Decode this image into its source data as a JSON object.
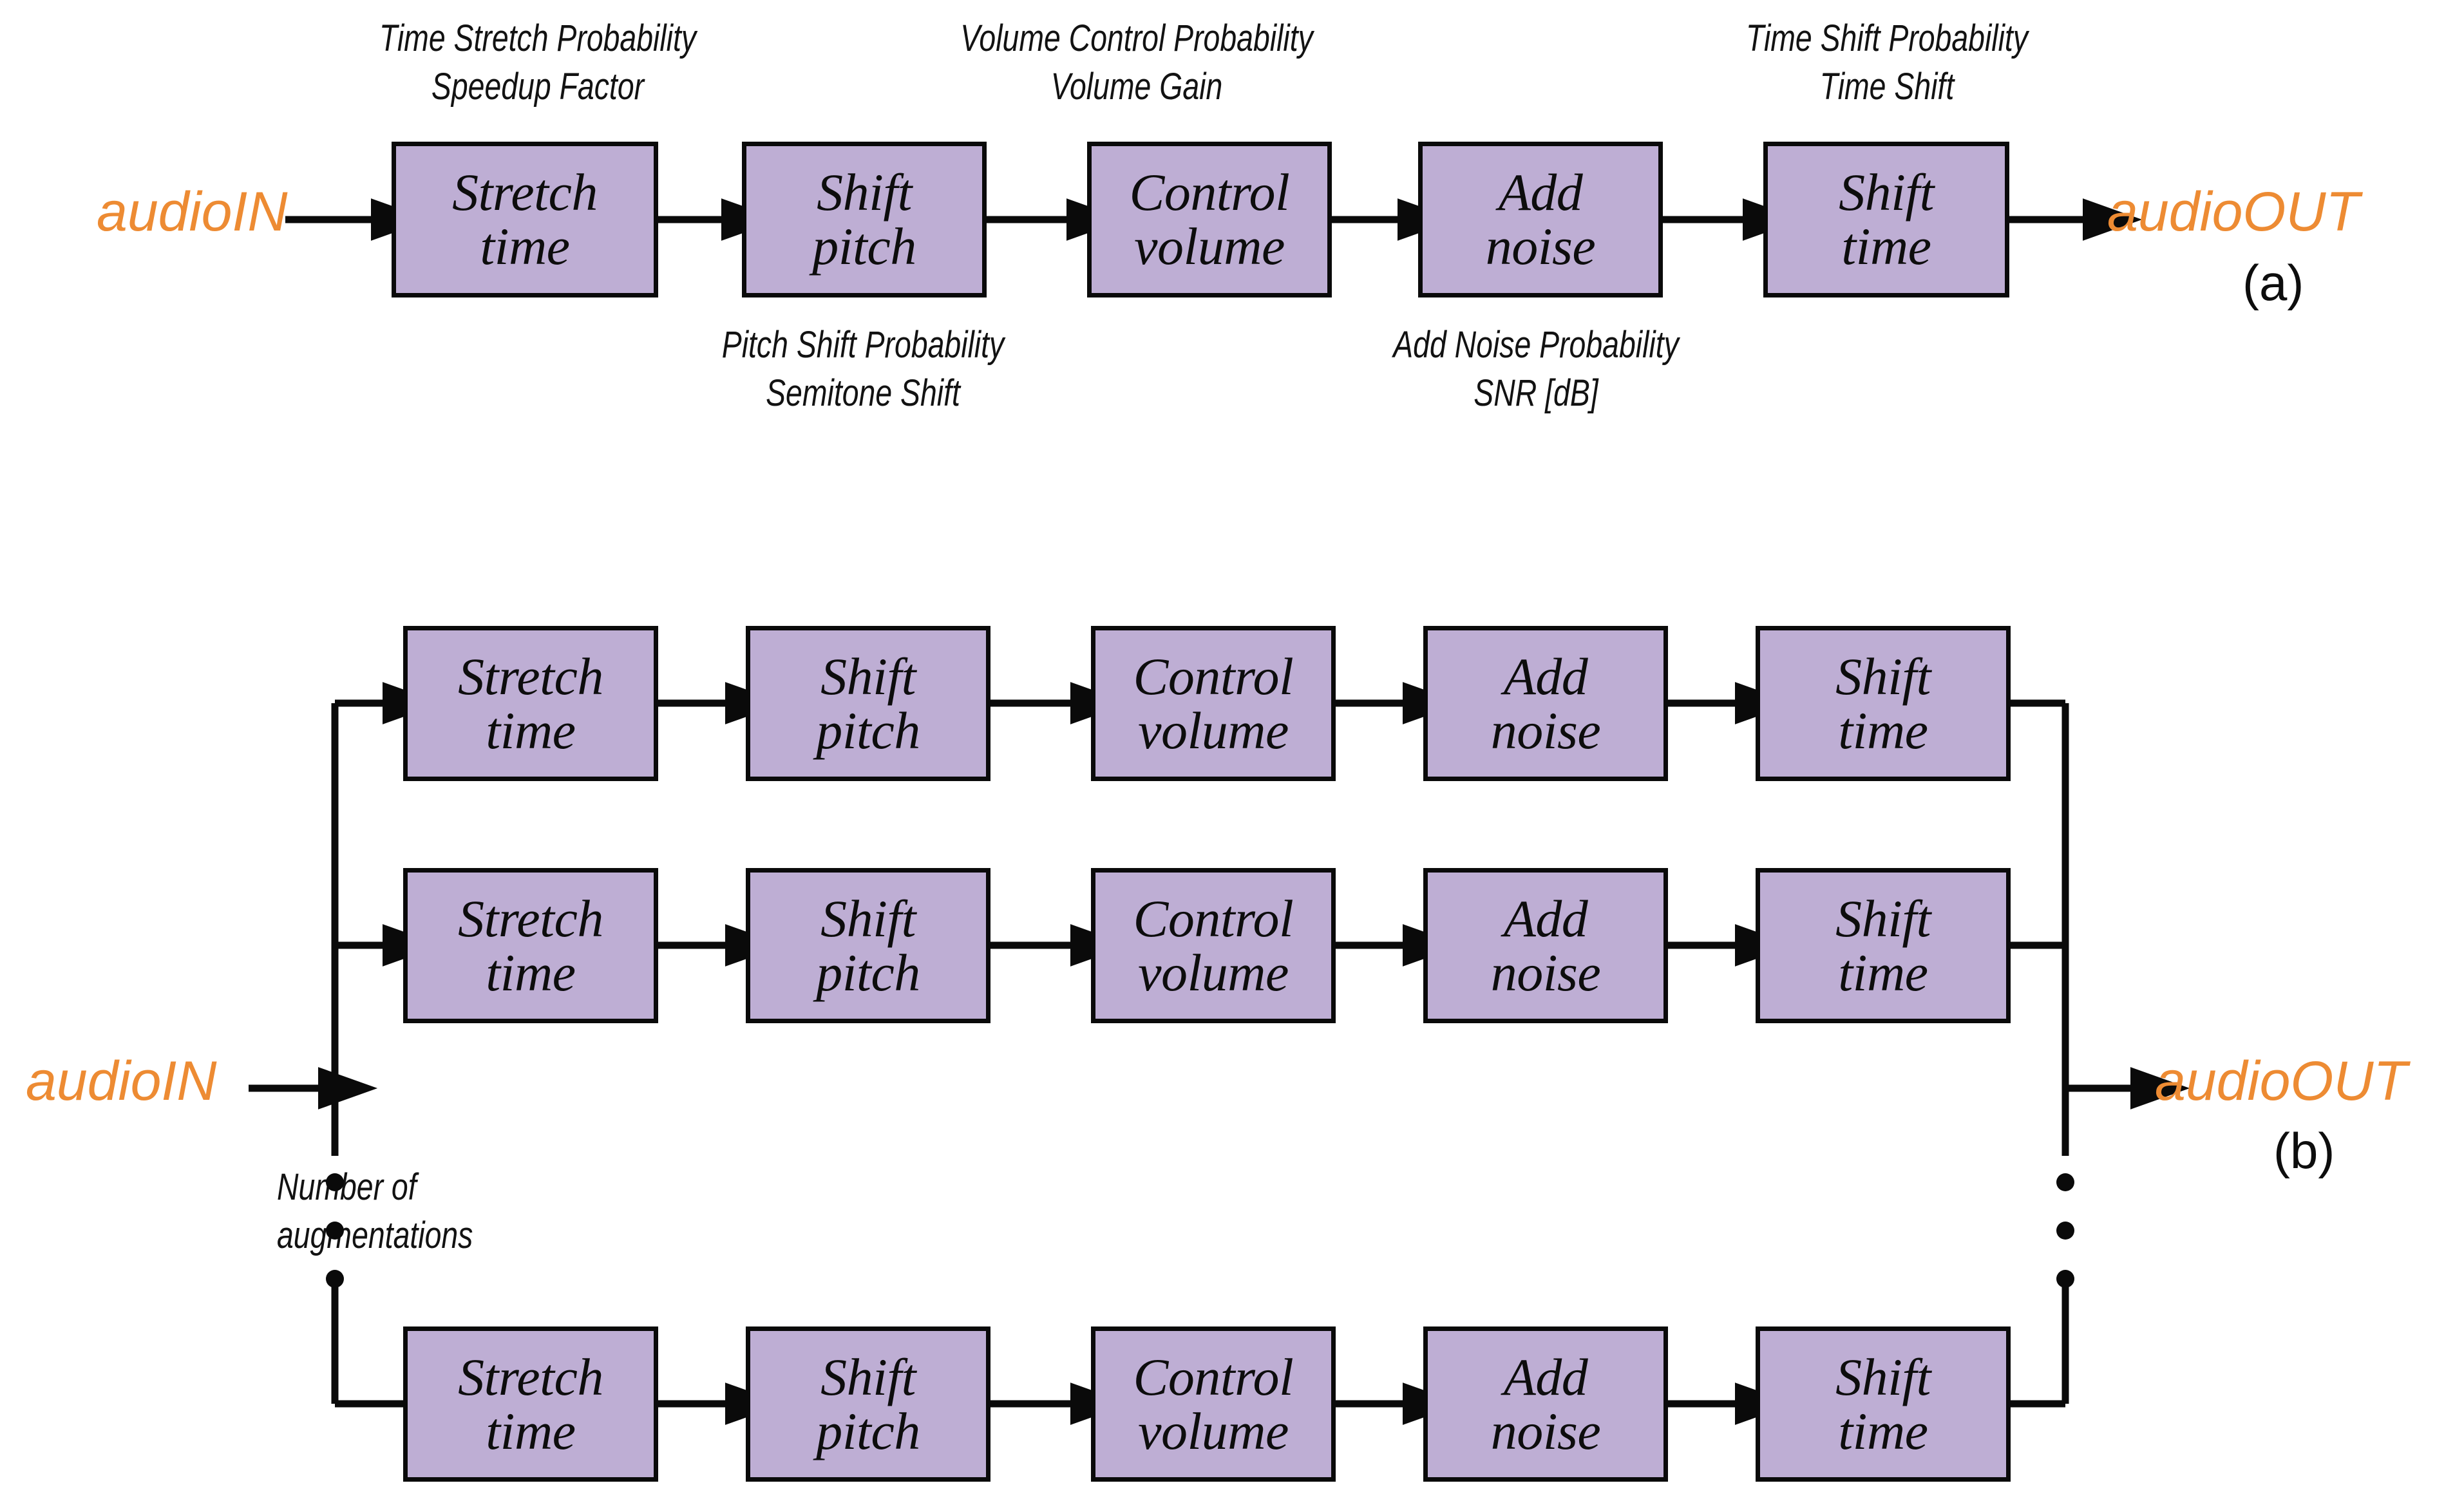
{
  "figure": {
    "title": "Audio augmentation pipeline block diagram",
    "colors": {
      "box_fill": "#BEAED4",
      "box_stroke": "#0A0A0A",
      "io_text": "#ED8B33",
      "text": "#121212",
      "background": "#FFFFFF"
    }
  },
  "blocks": {
    "stretch_time": "Stretch\ntime",
    "shift_pitch": "Shift\npitch",
    "control_volume": "Control\nvolume",
    "add_noise": "Add\nnoise",
    "shift_time": "Shift\ntime"
  },
  "panel_a": {
    "letter": "(a)",
    "input_label": "audioIN",
    "output_label": "audioOUT",
    "chain": [
      "Stretch\ntime",
      "Shift\npitch",
      "Control\nvolume",
      "Add\nnoise",
      "Shift\ntime"
    ],
    "annotations_above": [
      "Time Stretch Probability\nSpeedup Factor",
      "Volume Control Probability\nVolume Gain",
      "Time Shift Probability\nTime Shift"
    ],
    "annotations_below": [
      "Pitch Shift Probability\nSemitone Shift",
      "Add Noise Probability\nSNR [dB]"
    ]
  },
  "panel_b": {
    "letter": "(b)",
    "input_label": "audioIN",
    "output_label": "audioOUT",
    "multiplicity_label": "Number of\naugmentations",
    "rows": [
      {
        "chain": [
          "Stretch\ntime",
          "Shift\npitch",
          "Control\nvolume",
          "Add\nnoise",
          "Shift\ntime"
        ]
      },
      {
        "chain": [
          "Stretch\ntime",
          "Shift\npitch",
          "Control\nvolume",
          "Add\nnoise",
          "Shift\ntime"
        ]
      },
      {
        "chain": [
          "Stretch\ntime",
          "Shift\npitch",
          "Control\nvolume",
          "Add\nnoise",
          "Shift\ntime"
        ]
      }
    ],
    "ellipsis_dot_count": 3
  }
}
